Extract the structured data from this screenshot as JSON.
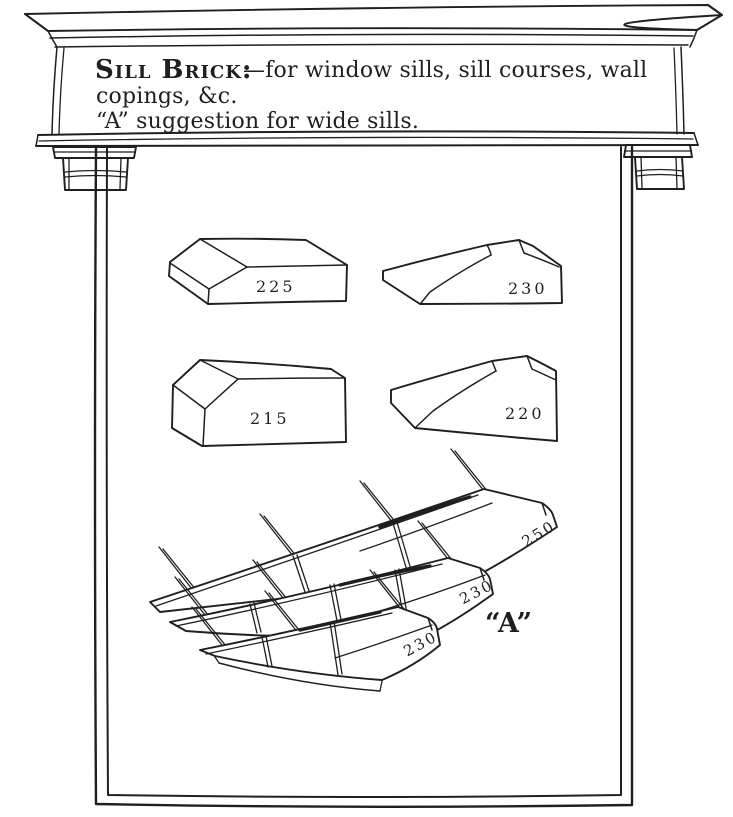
{
  "plate": {
    "title_smallcaps": "Sill Brick:",
    "title_line1_rest": "—for window sills, sill courses, wall",
    "title_line2": "copings, &c.",
    "title_line3": "“A” suggestion for wide sills."
  },
  "brick_labels": [
    "225",
    "230",
    "215",
    "220"
  ],
  "assembly": {
    "name_label": "“A”",
    "course_labels": [
      "250",
      "230",
      "230"
    ]
  },
  "colors": {
    "ink": "#1f1f1f",
    "paper": "#ffffff"
  }
}
